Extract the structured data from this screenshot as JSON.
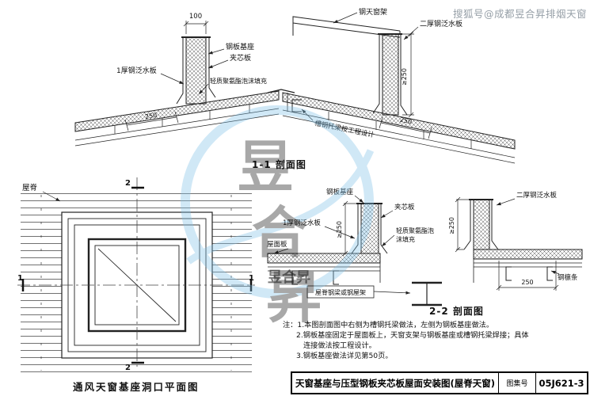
{
  "watermarks": {
    "header": "搜狐号@成都昱合昇排烟天窗",
    "logo_char1": "昱",
    "logo_char2": "合",
    "logo_char3": "昇",
    "logo_small": "昱合昇",
    "logo_color": "#7fc1e8"
  },
  "section1": {
    "caption": "1-1 剖面图",
    "dims": {
      "d100": "100",
      "d250_left": "250",
      "d250_right": "250",
      "ge250": "≥250"
    },
    "labels": {
      "frame": "钢天窗架",
      "flashing2": "二厚钢泛水板",
      "base": "钢板基座",
      "sandwich": "夹芯板",
      "flashing1": "1厚钢泛水板",
      "foam": "轻质聚氨酯泡沫填充",
      "joist": "槽钢托梁按工程设计"
    }
  },
  "plan": {
    "caption": "通风天窗基座洞口平面图",
    "ridge": "屋脊",
    "mark2": "2",
    "mark1": "1"
  },
  "section2": {
    "caption": "2-2 剖面图",
    "dims": {
      "ge250_left": "≥250",
      "ge250_right": "≥250",
      "d250": "250"
    },
    "labels": {
      "base": "钢板基座",
      "sandwich": "夹芯板",
      "flashing1": "1厚钢泛水板",
      "roof_panel": "屋面板",
      "foam1": "轻质聚氨酯泡",
      "foam2": "沫填充",
      "flashing2": "二厚钢泛水板",
      "purlin": "钢檩条",
      "ridge_beam": "屋脊钢梁或钢屋架"
    }
  },
  "notes": {
    "line1": "注：1.本图剖面图中右侧为槽钢托梁做法，左侧为钢板基座做法。",
    "line2": "2.钢板基座固定于屋面板上，天窗支架与钢板基座或槽钢托梁焊接；具体",
    "line3": "连接做法按工程设计。",
    "line4": "3.钢板基座做法详见第50页。"
  },
  "title_block": {
    "title": "天窗基座与压型钢板夹芯板屋面安装图(屋脊天窗)",
    "atlas_label": "图集号",
    "atlas_number": "05J621-3"
  }
}
